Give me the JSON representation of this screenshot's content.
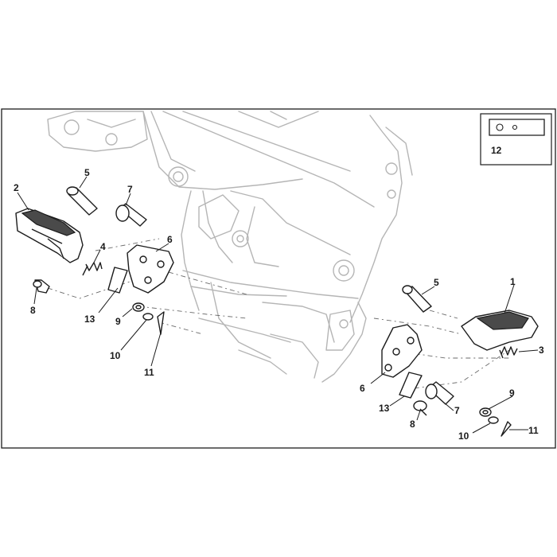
{
  "callouts": [
    {
      "id": "c1",
      "label": "1"
    },
    {
      "id": "c2",
      "label": "2"
    },
    {
      "id": "c3",
      "label": "3"
    },
    {
      "id": "c4",
      "label": "4"
    },
    {
      "id": "c5a",
      "label": "5"
    },
    {
      "id": "c5b",
      "label": "5"
    },
    {
      "id": "c6a",
      "label": "6"
    },
    {
      "id": "c6b",
      "label": "6"
    },
    {
      "id": "c7a",
      "label": "7"
    },
    {
      "id": "c7b",
      "label": "7"
    },
    {
      "id": "c8a",
      "label": "8"
    },
    {
      "id": "c8b",
      "label": "8"
    },
    {
      "id": "c9a",
      "label": "9"
    },
    {
      "id": "c9b",
      "label": "9"
    },
    {
      "id": "c10a",
      "label": "10"
    },
    {
      "id": "c10b",
      "label": "10"
    },
    {
      "id": "c11a",
      "label": "11"
    },
    {
      "id": "c11b",
      "label": "11"
    },
    {
      "id": "c13a",
      "label": "13"
    },
    {
      "id": "c13b",
      "label": "13"
    }
  ],
  "inset": {
    "label": "12"
  }
}
